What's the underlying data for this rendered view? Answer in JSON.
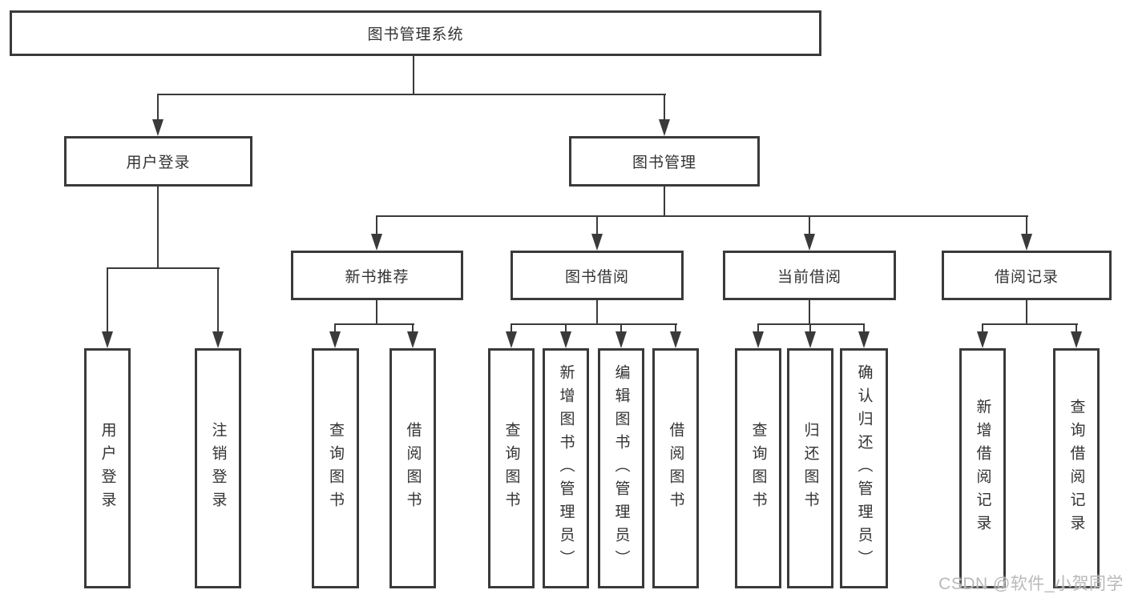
{
  "colors": {
    "line": "#3a3a3a",
    "text": "#333333",
    "watermark": "#b9b9b9",
    "background": "#ffffff"
  },
  "tree": {
    "root": "图书管理系统",
    "level2": {
      "user_login": "用户登录",
      "book_mgmt": "图书管理"
    },
    "level3": {
      "new_book": "新书推荐",
      "book_borrow": "图书借阅",
      "current_borrow": "当前借阅",
      "borrow_records": "借阅记录"
    },
    "leaves": {
      "g1": [
        "用户登录",
        "注销登录"
      ],
      "g2": [
        "查询图书",
        "借阅图书"
      ],
      "g3": [
        "查询图书",
        "新增图书（管理员）",
        "编辑图书（管理员）",
        "借阅图书"
      ],
      "g4": [
        "查询图书",
        "归还图书",
        "确认归还（管理员）"
      ],
      "g5": [
        "新增借阅记录",
        "查询借阅记录"
      ]
    }
  },
  "watermark": "CSDN @软件_小贺同学"
}
